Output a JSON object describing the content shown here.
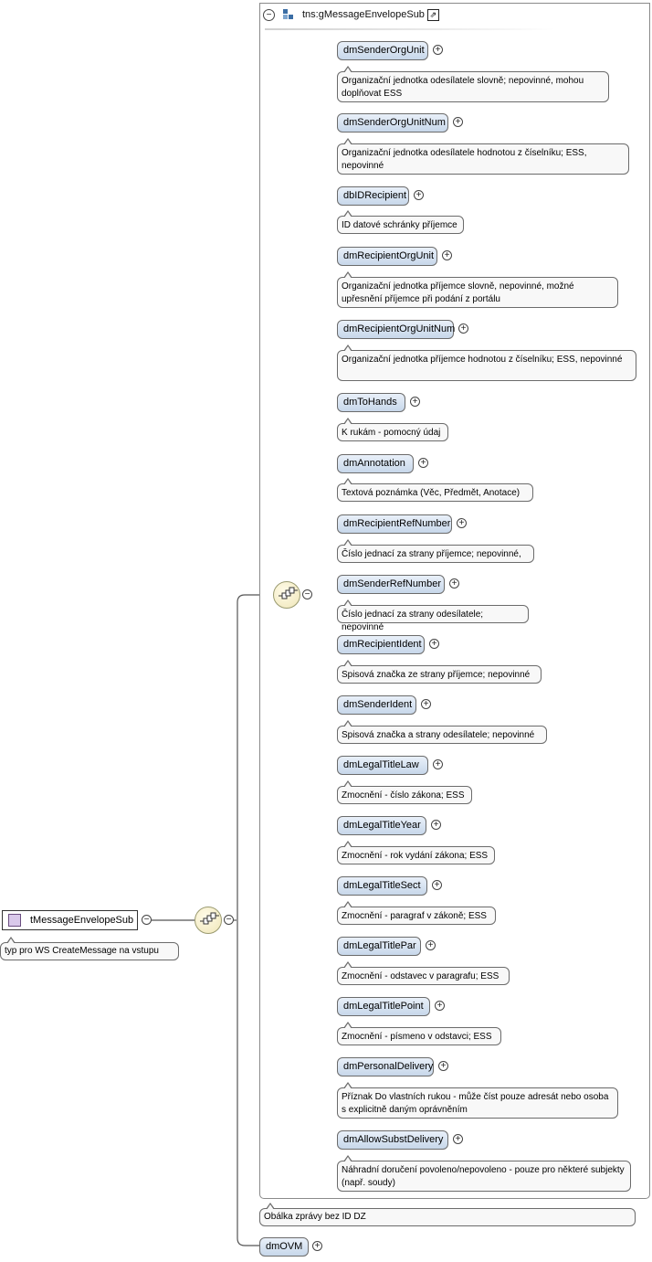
{
  "type": {
    "name": "tMessageEnvelopeSub",
    "annotation": "typ pro WS CreateMessage na vstupu"
  },
  "group": {
    "name": "tns:gMessageEnvelopeSub",
    "annotation": "Obálka zprávy bez ID DZ"
  },
  "elements": [
    {
      "name": "dmSenderOrgUnit",
      "annotation": "Organizační jednotka odesílatele slovně; nepovinné, mohou doplňovat ESS"
    },
    {
      "name": "dmSenderOrgUnitNum",
      "annotation": "Organizační jednotka odesílatele hodnotou z číselníku; ESS, nepovinné"
    },
    {
      "name": "dbIDRecipient",
      "annotation": "ID datové schránky příjemce"
    },
    {
      "name": "dmRecipientOrgUnit",
      "annotation": "Organizační jednotka příjemce slovně, nepovinné, možné upřesnění příjemce při podání z portálu"
    },
    {
      "name": "dmRecipientOrgUnitNum",
      "annotation": "Organizační jednotka příjemce hodnotou z číselníku; ESS, nepovinné"
    },
    {
      "name": "dmToHands",
      "annotation": "K rukám - pomocný údaj"
    },
    {
      "name": "dmAnnotation",
      "annotation": "Textová poznámka (Věc, Předmět, Anotace)"
    },
    {
      "name": "dmRecipientRefNumber",
      "annotation": "Číslo jednací za strany příjemce; nepovinné,"
    },
    {
      "name": "dmSenderRefNumber",
      "annotation": "Číslo jednací za strany odesílatele; nepovinné"
    },
    {
      "name": "dmRecipientIdent",
      "annotation": "Spisová značka ze strany příjemce; nepovinné"
    },
    {
      "name": "dmSenderIdent",
      "annotation": "Spisová značka a strany odesílatele; nepovinné"
    },
    {
      "name": "dmLegalTitleLaw",
      "annotation": "Zmocnění - číslo zákona; ESS"
    },
    {
      "name": "dmLegalTitleYear",
      "annotation": "Zmocnění - rok vydání zákona; ESS"
    },
    {
      "name": "dmLegalTitleSect",
      "annotation": "Zmocnění - paragraf v zákoně; ESS"
    },
    {
      "name": "dmLegalTitlePar",
      "annotation": "Zmocnění - odstavec v paragrafu; ESS"
    },
    {
      "name": "dmLegalTitlePoint",
      "annotation": "Zmocnění - písmeno v odstavci; ESS"
    },
    {
      "name": "dmPersonalDelivery",
      "annotation": "Příznak Do vlastních rukou - může číst pouze adresát nebo osoba s explicitně daným oprávněním"
    },
    {
      "name": "dmAllowSubstDelivery",
      "annotation": "Náhradní doručení povoleno/nepovoleno - pouze pro některé subjekty (např. soudy)"
    }
  ],
  "tail": {
    "name": "dmOVM"
  },
  "glyphs": {
    "expand": "+",
    "collapse": "−",
    "external": "⇗"
  },
  "colors": {
    "element_fill_top": "#e9f0f9",
    "element_fill_bottom": "#c7d7ea",
    "type_swatch": "#d9c9ea",
    "compositor": "#efe6b8"
  }
}
